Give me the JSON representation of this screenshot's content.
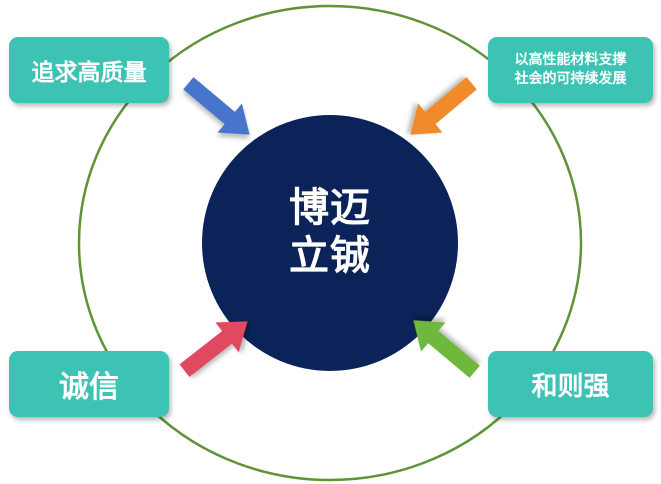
{
  "center": {
    "line1": "博迈",
    "line2": "立铖"
  },
  "values": [
    {
      "text": "追求高质量"
    },
    {
      "text_lines": [
        "以高性能材料支撑",
        "社会的可持续发展"
      ]
    },
    {
      "text": "诚信"
    },
    {
      "text": "和则强"
    }
  ],
  "colors": {
    "ring": "#5f9337",
    "center_fill": "#0b2358",
    "box_fill": "#3cc3b4",
    "arrow_top_left": "#4775cd",
    "arrow_top_right": "#f08a2c",
    "arrow_bottom_left": "#e04a5e",
    "arrow_bottom_right": "#6fb83c"
  }
}
